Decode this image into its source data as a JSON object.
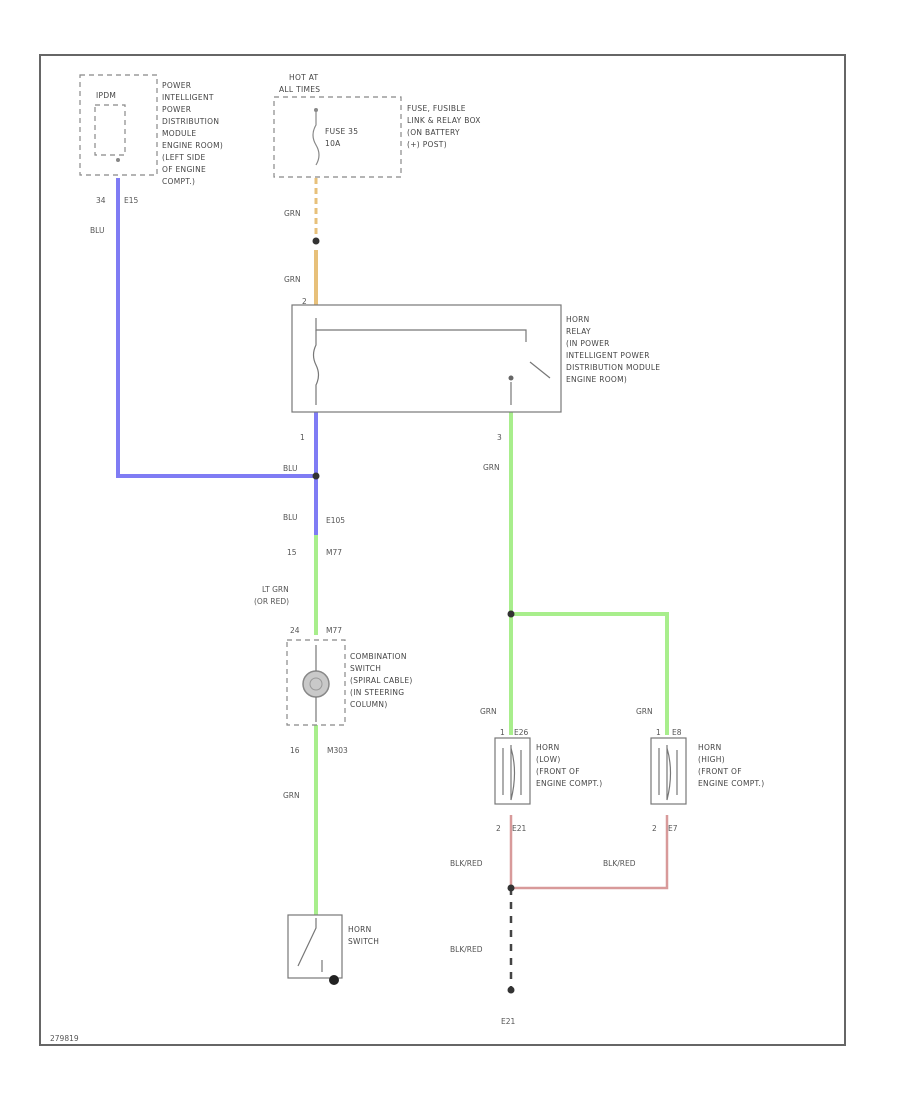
{
  "ipdm": {
    "tag": "IPDM",
    "desc": [
      "POWER",
      "INTELLIGENT",
      "POWER",
      "DISTRIBUTION",
      "MODULE",
      "ENGINE ROOM)",
      "(LEFT SIDE",
      "OF ENGINE",
      "COMPT.)"
    ],
    "pin": "34",
    "connector": "E15",
    "wire": "BLU"
  },
  "fuse_box": {
    "hot": [
      "HOT AT",
      "ALL TIMES"
    ],
    "fuse": [
      "FUSE 35",
      "10A"
    ],
    "desc": [
      "FUSE, FUSIBLE",
      "LINK & RELAY BOX",
      "(ON BATTERY",
      "(+) POST)"
    ],
    "wire_top": "GRN",
    "wire_bottom": "GRN",
    "relay_pin": "2"
  },
  "horn_relay": {
    "desc": [
      "HORN",
      "RELAY",
      "(IN POWER",
      "INTELLIGENT POWER",
      "DISTRIBUTION MODULE",
      "ENGINE ROOM)"
    ],
    "pin_left": "1",
    "pin_right": "3",
    "wire_right": "GRN"
  },
  "splice": {
    "wire_upper": "BLU",
    "wire_lower": "BLU",
    "connector": "E105",
    "pin": "15",
    "connector2": "M77"
  },
  "combo_switch": {
    "wire_in": [
      "LT GRN",
      "(OR RED)"
    ],
    "pin_top": "24",
    "connector_top": "M77",
    "desc": [
      "COMBINATION",
      "SWITCH",
      "(SPIRAL CABLE)",
      "(IN STEERING",
      "COLUMN)"
    ],
    "pin_bottom": "16",
    "connector_bottom": "M303",
    "wire_out": "GRN"
  },
  "horn_switch": {
    "desc": [
      "HORN",
      "SWITCH"
    ]
  },
  "horn_low": {
    "wire_in": "GRN",
    "pin_top": "1",
    "connector_top": "E26",
    "desc": [
      "HORN",
      "(LOW)",
      "(FRONT OF",
      "ENGINE COMPT.)"
    ],
    "pin_bottom": "2",
    "connector_bottom": "E21",
    "wire_out": "BLK/RED"
  },
  "horn_high": {
    "wire_in": "GRN",
    "pin_top": "1",
    "connector_top": "E8",
    "desc": [
      "HORN",
      "(HIGH)",
      "(FRONT OF",
      "ENGINE COMPT.)"
    ],
    "pin_bottom": "2",
    "connector_bottom": "E7",
    "wire_out": "BLK/RED"
  },
  "ground": {
    "wire": "BLK/RED",
    "label": "E21"
  },
  "footer": {
    "code": "279819"
  },
  "colors": {
    "blue_wire": "#7f7cf4",
    "green_wire": "#a8ee8c",
    "red_wire": "#d89a9a",
    "orange_wire": "#e7c07a"
  }
}
